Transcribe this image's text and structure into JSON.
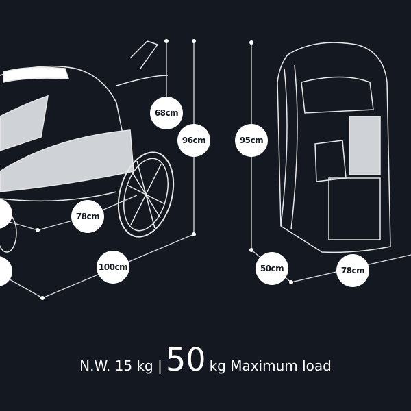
{
  "dimensions": {
    "stroller_handle_height": "68cm",
    "stroller_total_height": "96cm",
    "stroller_width": "78cm",
    "stroller_length": "100cm",
    "folded_height": "95cm",
    "folded_depth": "50cm",
    "folded_width": "78cm"
  },
  "caption": {
    "net_weight": "N.W. 15 kg |",
    "max_load_value": "50",
    "max_load_label": "kg Maximum load"
  }
}
